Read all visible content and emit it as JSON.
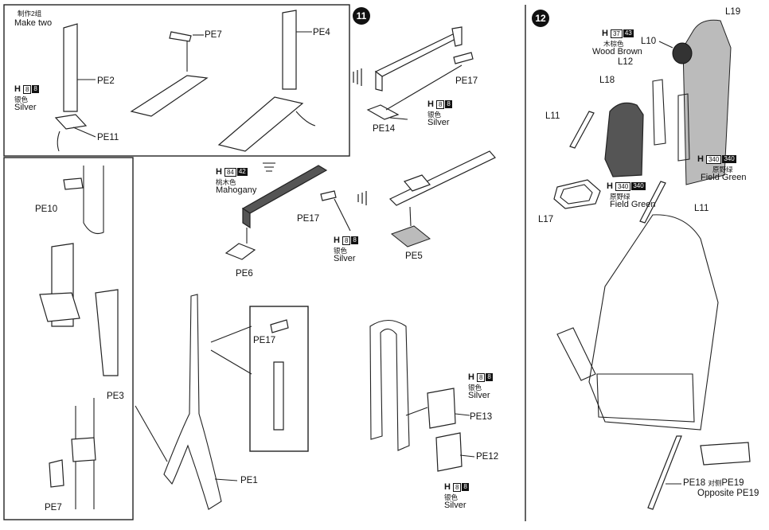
{
  "panels": {
    "step11": {
      "number": "11"
    },
    "step12": {
      "number": "12"
    }
  },
  "labels": {
    "make_two_cn": "制作2组",
    "make_two": "Make two",
    "pe2": "PE2",
    "pe11": "PE11",
    "pe7_top": "PE7",
    "pe4": "PE4",
    "pe10": "PE10",
    "pe3": "PE3",
    "pe7_bottom": "PE7",
    "pe1": "PE1",
    "pe17_inset": "PE17",
    "pe6": "PE6",
    "pe17_mid": "PE17",
    "pe5": "PE5",
    "pe14": "PE14",
    "pe17_step11": "PE17",
    "pe13": "PE13",
    "pe12": "PE12",
    "l19": "L19",
    "l10": "L10",
    "l12": "L12",
    "l18": "L18",
    "l11_left": "L11",
    "l17": "L17",
    "l11_right": "L11",
    "pe18": "PE18",
    "opposite_cn": "对侧",
    "pe19_a": "PE19",
    "opposite": "Opposite",
    "pe19_b": "PE19"
  },
  "paints": {
    "silver_pe11": {
      "h": "H",
      "code1": "8",
      "code2": "8",
      "cn": "银色",
      "en": "Silver"
    },
    "mahogany": {
      "h": "H",
      "code1": "84",
      "code2": "42",
      "cn": "桃木色",
      "en": "Mahogany"
    },
    "silver_pe5": {
      "h": "H",
      "code1": "8",
      "code2": "8",
      "cn": "银色",
      "en": "Silver"
    },
    "silver_pe14": {
      "h": "H",
      "code1": "8",
      "code2": "8",
      "cn": "银色",
      "en": "Silver"
    },
    "silver_pe13": {
      "h": "H",
      "code1": "8",
      "code2": "8",
      "cn": "银色",
      "en": "Silver"
    },
    "silver_pe12": {
      "h": "H",
      "code1": "8",
      "code2": "8",
      "cn": "银色",
      "en": "Silver"
    },
    "wood_brown": {
      "h": "H",
      "code1": "37",
      "code2": "43",
      "cn": "木棕色",
      "en": "Wood Brown"
    },
    "field_green_seat": {
      "h": "H",
      "code1": "340",
      "code2": "340",
      "cn": "原野绿",
      "en": "Field Green"
    },
    "field_green_back": {
      "h": "H",
      "code1": "340",
      "code2": "340",
      "cn": "原野绿",
      "en": "Field Green"
    }
  },
  "colors": {
    "ink": "#111111",
    "part_dark": "#555555",
    "part_gray": "#bbbbbb"
  }
}
